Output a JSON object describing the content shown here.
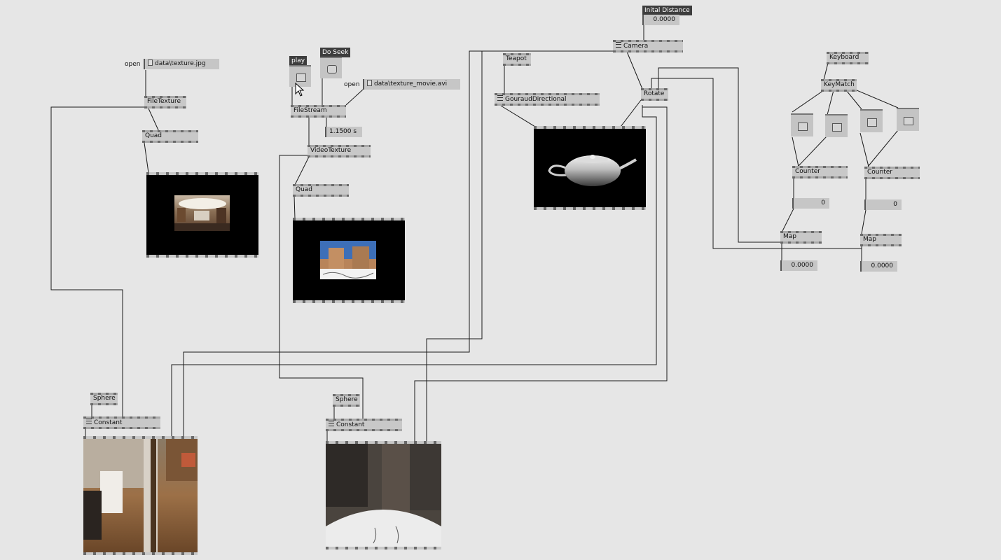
{
  "file_texture": {
    "open_label": "open",
    "path": "data\\texture.jpg",
    "node": "FileTexture",
    "quad": "Quad"
  },
  "file_stream": {
    "play_label": "play",
    "seek_label": "Do Seek",
    "open_label": "open",
    "path": "data\\texture_movie.avi",
    "node": "FileStream",
    "position": "1.1500 s",
    "video_texture": "VideoTexture",
    "quad": "Quad"
  },
  "camera": {
    "initial_label": "Inital Distance",
    "initial_value": "0.0000",
    "node": "Camera",
    "teapot": "Teapot",
    "shader": "GouraudDirectional",
    "rotate": "Rotate"
  },
  "keyboard": {
    "node": "Keyboard",
    "keymatch": "KeyMatch",
    "counter_left": "Counter",
    "counter_right": "Counter",
    "counter_left_value": "0",
    "counter_right_value": "0",
    "map_left": "Map",
    "map_right": "Map",
    "map_left_value": "0.0000",
    "map_right_value": "0.0000"
  },
  "sphere_left": {
    "sphere": "Sphere",
    "constant": "Constant"
  },
  "sphere_right": {
    "sphere": "Sphere",
    "constant": "Constant"
  }
}
